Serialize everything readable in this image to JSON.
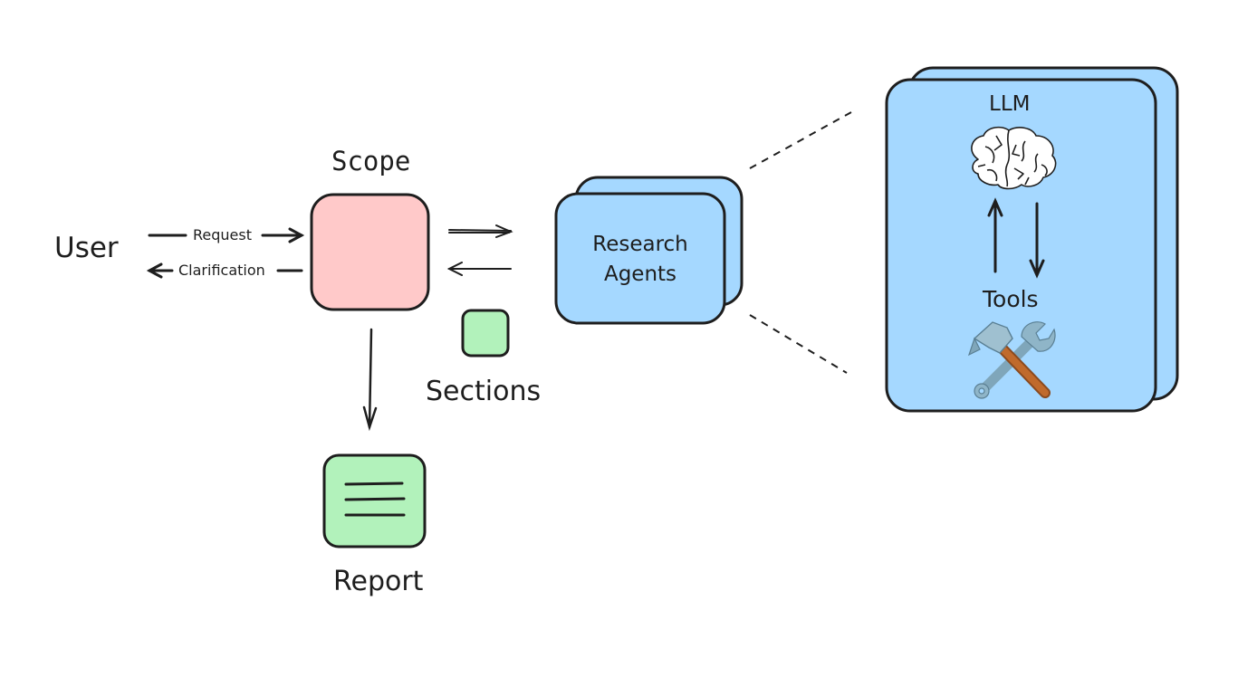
{
  "labels": {
    "user": "User",
    "request": "Request",
    "clarification": "Clarification",
    "scope": "Scope",
    "sections": "Sections",
    "report": "Report",
    "research_agents_line1": "Research",
    "research_agents_line2": "Agents",
    "llm": "LLM",
    "tools": "Tools"
  },
  "colors": {
    "stroke": "#1e1e1e",
    "scope_fill": "#ffc9c9",
    "agent_fill": "#a5d8ff",
    "section_fill": "#b2f2bb",
    "report_fill": "#b2f2bb"
  },
  "icons": {
    "llm": "brain-icon",
    "tools": "hammer-and-wrench-icon"
  }
}
